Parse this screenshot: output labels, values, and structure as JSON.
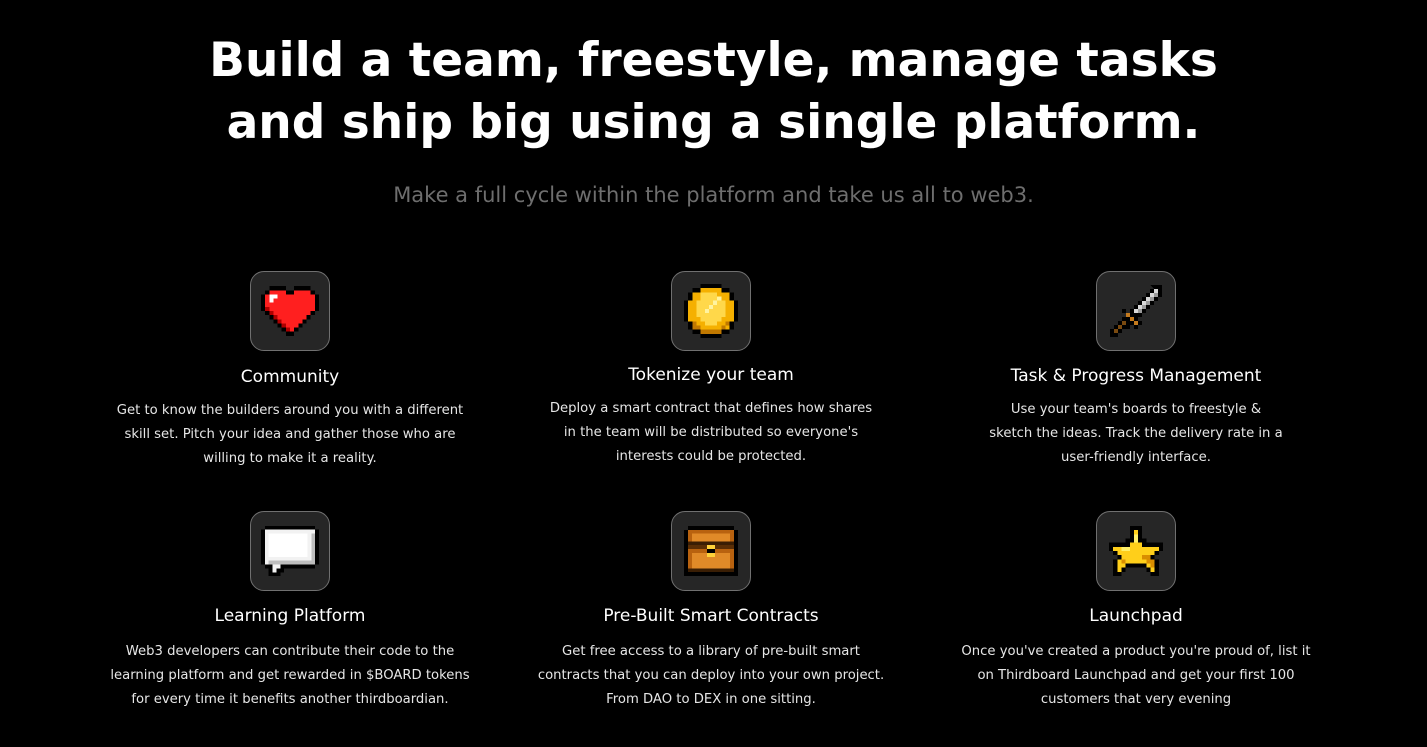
{
  "hero": {
    "title_line1": "Build a team, freestyle, manage tasks",
    "title_line2": "and ship big using a single platform.",
    "subtitle": "Make a full cycle within the platform and take us all to web3."
  },
  "colors": {
    "background": "#000000",
    "title": "#ffffff",
    "subtitle": "#6e6e6e",
    "tile_background": "#262626",
    "tile_border": "#707070"
  },
  "features": [
    {
      "icon": "heart-icon",
      "title": "Community",
      "desc": [
        "Get to know the builders around you with a different",
        "skill set. Pitch your idea and gather those who are",
        "willing to make it a reality."
      ]
    },
    {
      "icon": "coin-icon",
      "title": "Tokenize your team",
      "desc": [
        "Deploy a smart contract that defines how shares",
        "in the team will be distributed so everyone's",
        "interests could be protected."
      ]
    },
    {
      "icon": "sword-icon",
      "title": "Task & Progress Management",
      "desc": [
        "Use your team's boards to freestyle &",
        "sketch the ideas. Track the delivery rate in a",
        "user-friendly interface."
      ]
    },
    {
      "icon": "speech-bubble-icon",
      "title": "Learning Platform",
      "desc": [
        "Web3 developers can contribute their code to the",
        "learning platform and get rewarded in $BOARD tokens",
        "for every time it benefits another thirdboardian."
      ]
    },
    {
      "icon": "treasure-chest-icon",
      "title": "Pre-Built Smart Contracts",
      "desc": [
        "Get free access to a library of pre-built smart",
        "contracts that you can deploy into your own project.",
        "From DAO to DEX in one sitting."
      ]
    },
    {
      "icon": "star-icon",
      "title": "Launchpad",
      "desc": [
        "Once you've created a product you're proud of, list it",
        "on Thirdboard Launchpad and get your first 100",
        "customers that very evening"
      ]
    }
  ]
}
